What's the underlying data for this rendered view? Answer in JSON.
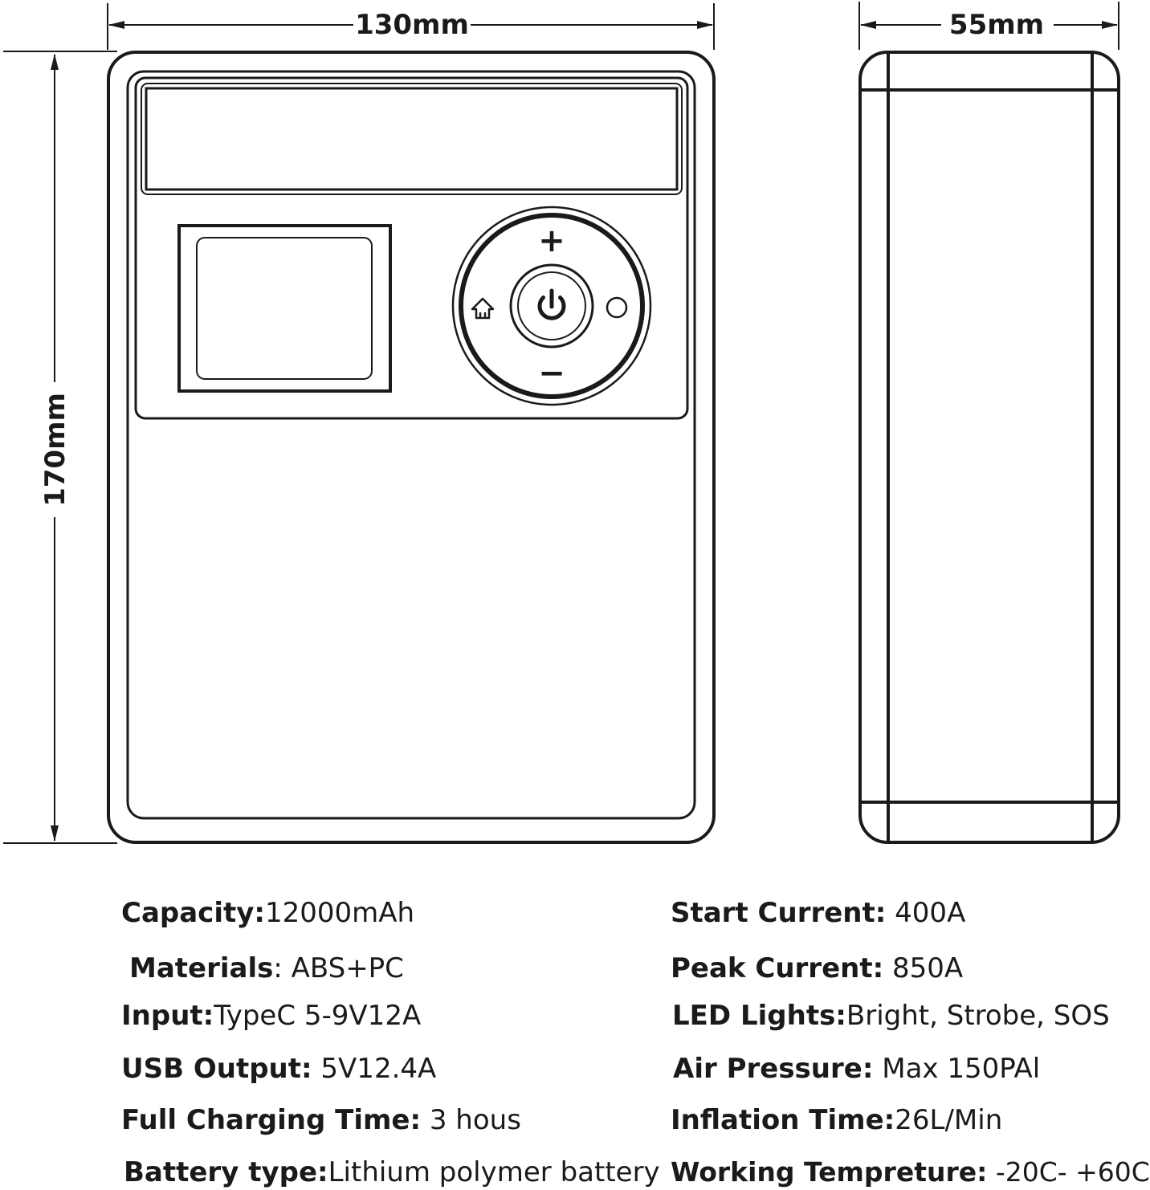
{
  "dimensions": {
    "front_width": "130mm",
    "side_width": "55mm",
    "height": "170mm"
  },
  "controls": {
    "plus": "+",
    "minus": "−",
    "power_icon": "power-icon",
    "mode_icon": "house-icon",
    "light_icon": "circle-icon"
  },
  "specs_left": [
    {
      "key": "Capacity:",
      "value": "12000mAh"
    },
    {
      "key": "Materials",
      "value": ": ABS+PC"
    },
    {
      "key": "Input:",
      "value": "TypeC 5-9V12A"
    },
    {
      "key": "USB Output:",
      "value": " 5V12.4A"
    },
    {
      "key": "Full Charging Time:",
      "value": " 3 hous"
    },
    {
      "key": "Battery type:",
      "value": "Lithium polymer battery"
    }
  ],
  "specs_right": [
    {
      "key": "Start Current:",
      "value": " 400A"
    },
    {
      "key": "Peak Current:",
      "value": " 850A"
    },
    {
      "key": "LED Lights:",
      "value": "Bright, Strobe, SOS"
    },
    {
      "key": "Air Pressure:",
      "value": " Max 150PAl"
    },
    {
      "key": "Inflation Time:",
      "value": "26L/Min"
    },
    {
      "key": "Working Tempreture:",
      "value": " -20C- +60C"
    }
  ]
}
